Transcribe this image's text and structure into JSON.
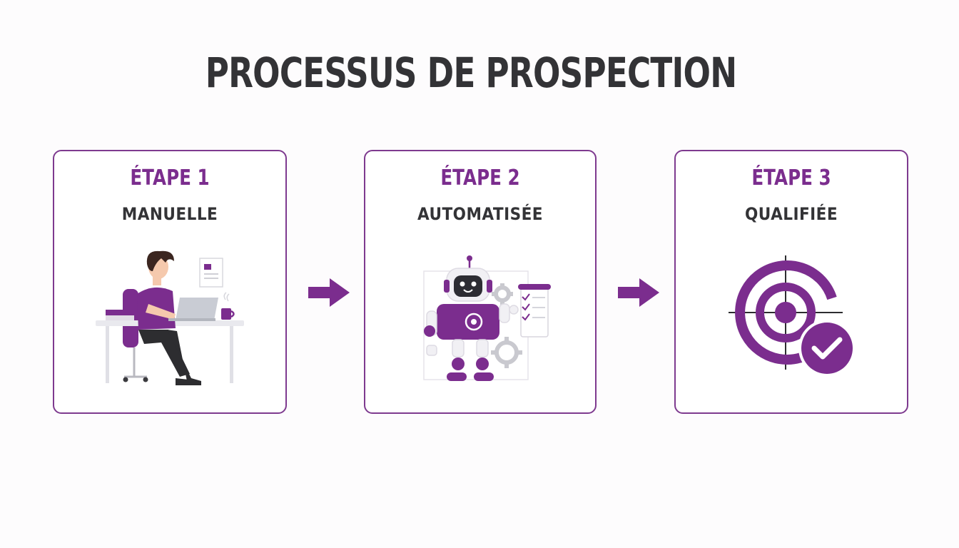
{
  "title": "PROCESSUS DE PROSPECTION",
  "colors": {
    "accent": "#7b2d8e",
    "border": "#7e3a8f",
    "text": "#333336",
    "background": "#fdfcfd"
  },
  "steps": [
    {
      "step": "ÉTAPE 1",
      "label": "MANUELLE",
      "icon": "person-at-laptop-illustration"
    },
    {
      "step": "ÉTAPE 2",
      "label": "AUTOMATISÉE",
      "icon": "robot-with-checklist-illustration"
    },
    {
      "step": "ÉTAPE 3",
      "label": "QUALIFIÉE",
      "icon": "target-with-checkmark-illustration"
    }
  ],
  "connectors": [
    "arrow-right-icon",
    "arrow-right-icon"
  ]
}
